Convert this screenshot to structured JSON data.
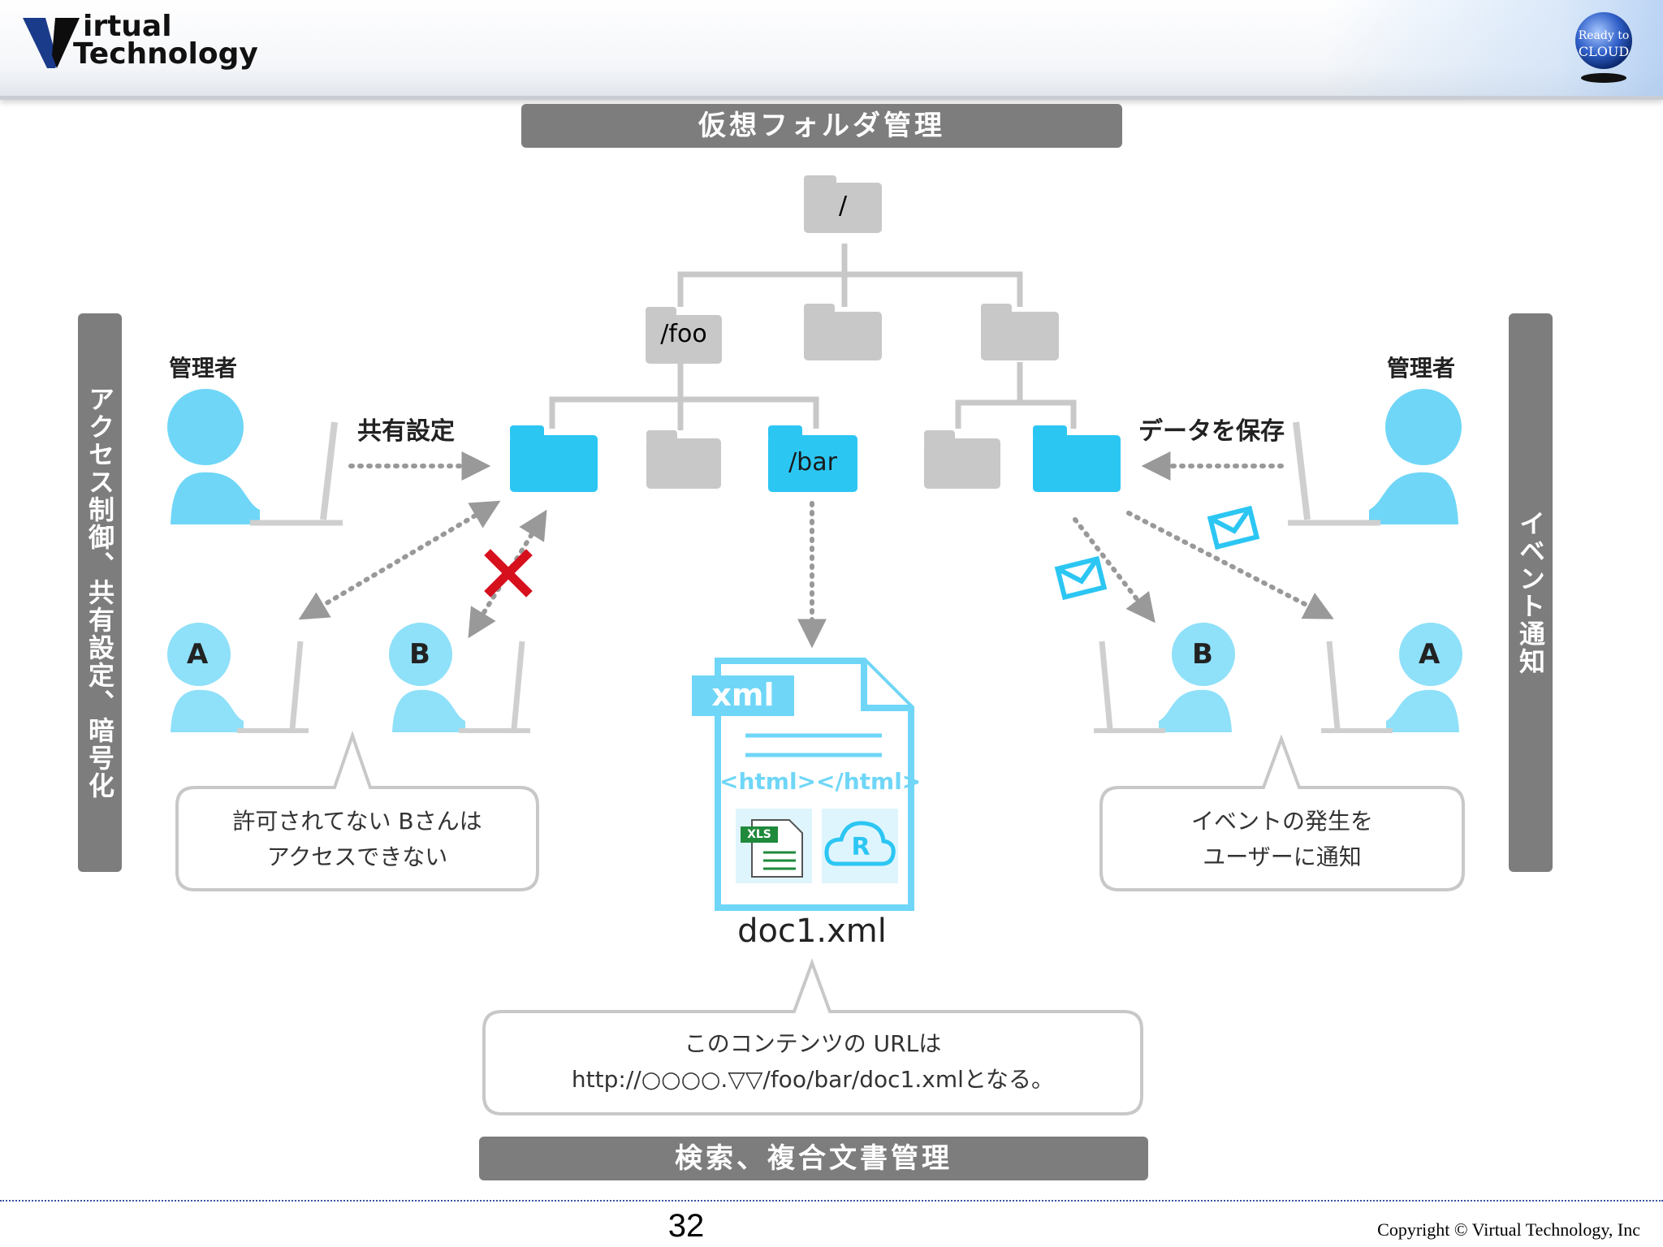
{
  "header": {
    "logo_line1": "irtual",
    "logo_line2": "Technology",
    "badge_line1": "Ready to",
    "badge_line2": "CLOUD"
  },
  "diagram": {
    "top_banner": "仮想フォルダ管理",
    "bottom_banner": "検索、複合文書管理",
    "left_sidebar": "アクセス制御、共有設定、暗号化",
    "right_sidebar": "イベント通知",
    "folders": {
      "root": "/",
      "foo": "/foo",
      "bar": "/bar"
    },
    "left_admin_label": "管理者",
    "right_admin_label": "管理者",
    "share_setting_label": "共有設定",
    "save_data_label": "データを保存",
    "user_a": "A",
    "user_b": "B",
    "left_callout_line1": "許可されてない Bさんは",
    "left_callout_line2": "アクセスできない",
    "right_callout_line1": "イベントの発生を",
    "right_callout_line2": "ユーザーに通知",
    "doc_tag": "xml",
    "doc_html": "<html></html>",
    "doc_xls": "XLS",
    "doc_r": "R",
    "doc_name": "doc1.xml",
    "bottom_callout_line1": "このコンテンツの URLは",
    "bottom_callout_line2": "http://○○○○.▽▽/foo/bar/doc1.xmlとなる。"
  },
  "footer": {
    "page_number": "32",
    "copyright": "Copyright © Virtual Technology, Inc"
  },
  "colors": {
    "accent_blue": "#2cc6f3",
    "light_blue": "#6fd6f7",
    "folder_gray": "#c8c8c8",
    "banner_gray": "#7d7d7d",
    "deny_red": "#d6101d"
  }
}
